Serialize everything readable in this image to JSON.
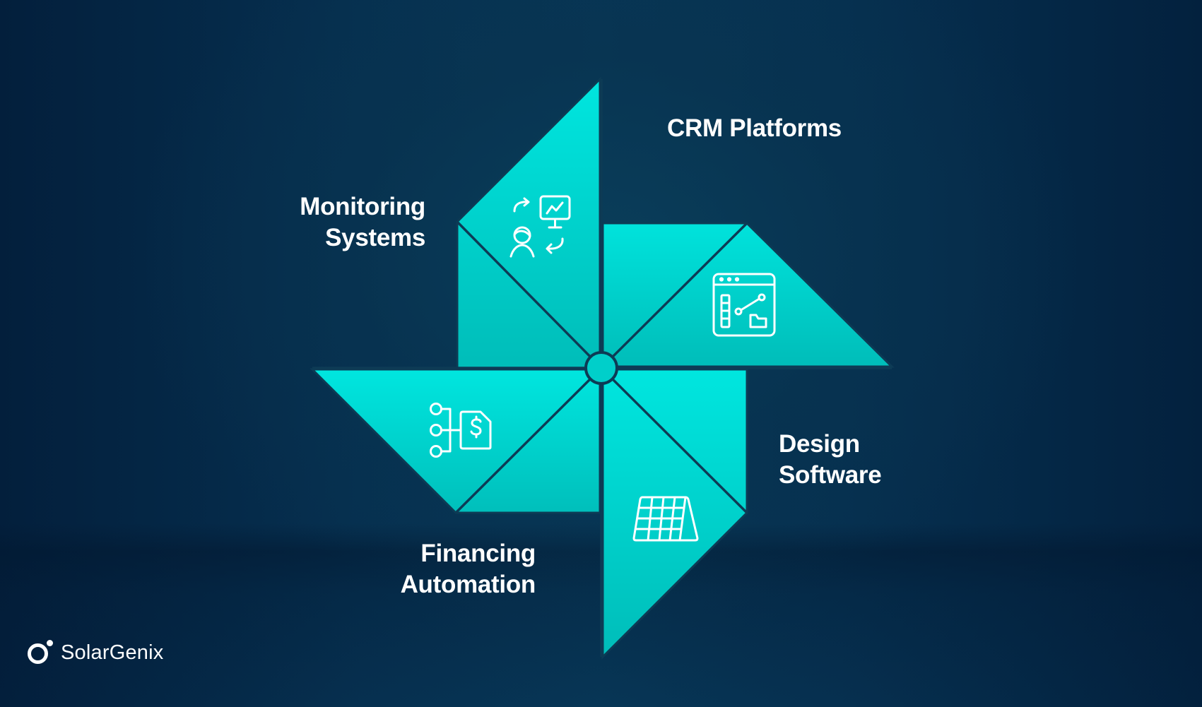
{
  "diagram": {
    "type": "pinwheel",
    "segments": [
      {
        "id": "monitoring",
        "label_lines": [
          "Monitoring",
          "Systems"
        ],
        "icon": "user-monitor-exchange-icon",
        "position": "top"
      },
      {
        "id": "crm",
        "label_lines": [
          "CRM Platforms"
        ],
        "icon": "dashboard-window-icon",
        "position": "right"
      },
      {
        "id": "design",
        "label_lines": [
          "Design",
          "Software"
        ],
        "icon": "solar-panel-icon",
        "position": "bottom"
      },
      {
        "id": "financing",
        "label_lines": [
          "Financing",
          "Automation"
        ],
        "icon": "dollar-document-flow-icon",
        "position": "left"
      }
    ]
  },
  "labels": {
    "monitoring": {
      "line1": "Monitoring",
      "line2": "Systems"
    },
    "crm": {
      "line1": "CRM Platforms"
    },
    "design": {
      "line1": "Design",
      "line2": "Software"
    },
    "financing": {
      "line1": "Financing",
      "line2": "Automation"
    }
  },
  "brand": {
    "name": "SolarGenix"
  },
  "colors": {
    "background_dark": "#03213e",
    "background_center": "#073656",
    "blade_top": "#00e3dc",
    "blade_bottom": "#00bdb9",
    "blade_stroke": "#0d3b55",
    "text": "#ffffff"
  }
}
